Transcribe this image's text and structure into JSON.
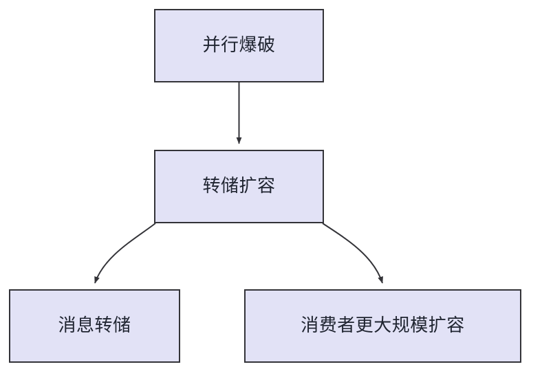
{
  "diagram": {
    "type": "flowchart",
    "direction": "top-down",
    "background_color": "#ffffff",
    "node_fill_color": "#e2e2f6",
    "node_border_color": "#333338",
    "edge_color": "#333338",
    "text_color": "#1f2430",
    "nodes": [
      {
        "id": "root",
        "label": "并行爆破"
      },
      {
        "id": "mid",
        "label": "转储扩容"
      },
      {
        "id": "leaf_a",
        "label": "消息转储"
      },
      {
        "id": "leaf_b",
        "label": "消费者更大规模扩容"
      }
    ],
    "edges": [
      {
        "from": "root",
        "to": "mid",
        "style": "solid",
        "arrow": "arrowhead",
        "shape": "straight"
      },
      {
        "from": "mid",
        "to": "leaf_a",
        "style": "solid",
        "arrow": "arrowhead",
        "shape": "curve"
      },
      {
        "from": "mid",
        "to": "leaf_b",
        "style": "solid",
        "arrow": "arrowhead",
        "shape": "curve"
      }
    ]
  }
}
